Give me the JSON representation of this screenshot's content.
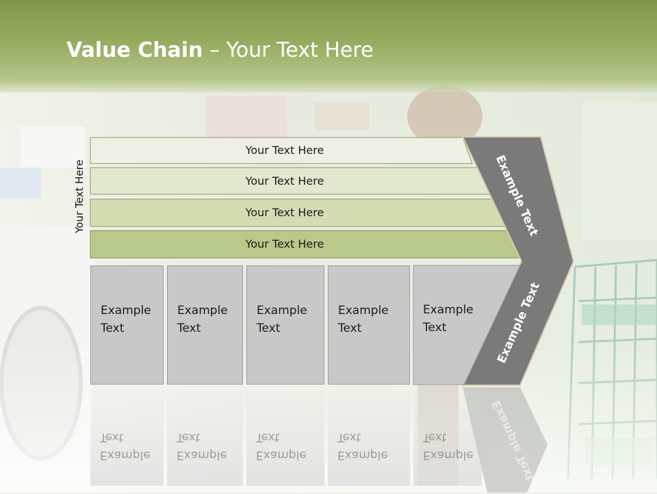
{
  "title": {
    "bold": "Value Chain",
    "rest": " – Your Text Here"
  },
  "side_label": "Your Text Here",
  "rows": [
    {
      "label": "Your Text Here",
      "color": "#eef0e4"
    },
    {
      "label": "Your Text Here",
      "color": "#e2e7cf"
    },
    {
      "label": "Your Text Here",
      "color": "#d4dcb4"
    },
    {
      "label": "Your Text Here",
      "color": "#b9c88b"
    }
  ],
  "boxes": [
    {
      "line1": "Example",
      "line2": "Text"
    },
    {
      "line1": "Example",
      "line2": "Text"
    },
    {
      "line1": "Example",
      "line2": "Text"
    },
    {
      "line1": "Example",
      "line2": "Text"
    },
    {
      "line1": "Example",
      "line2": "Text"
    }
  ],
  "chevron": {
    "upper": "Example Text",
    "lower": "Example Text",
    "color": "#7a7a7a"
  },
  "colors": {
    "title_band": "#8ea257",
    "box_fill": "#c8c8c8"
  }
}
